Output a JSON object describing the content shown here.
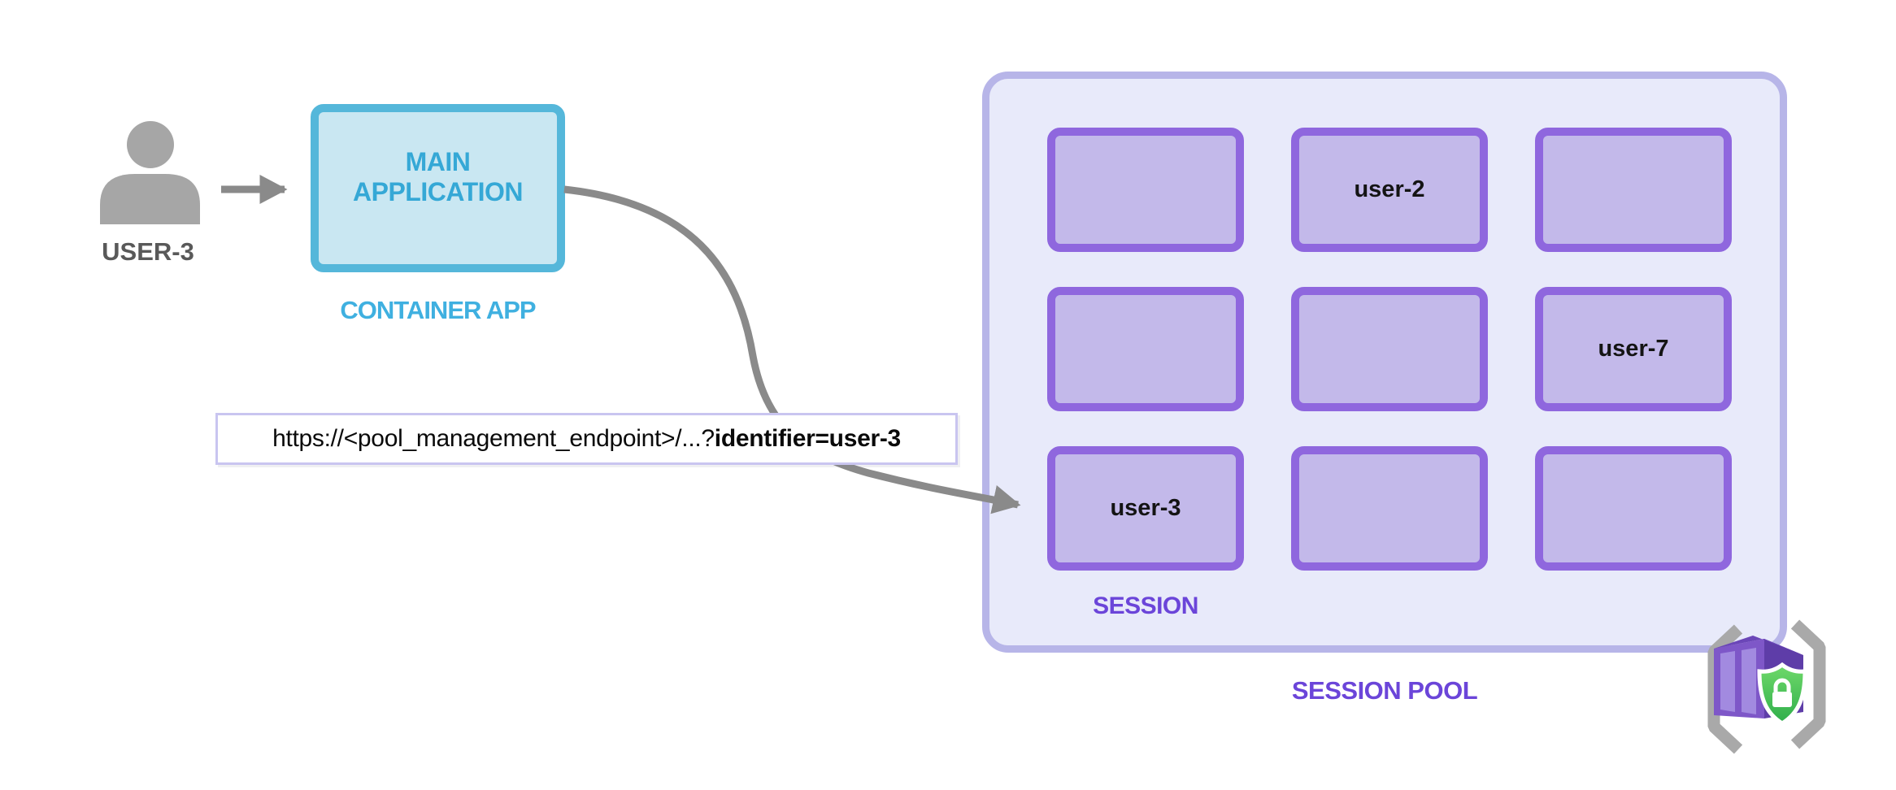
{
  "user": {
    "label": "USER-3"
  },
  "container_app": {
    "title": "MAIN APPLICATION",
    "caption": "CONTAINER APP"
  },
  "request_url": {
    "prefix": "https://<pool_management_endpoint>/...?",
    "bold": "identifier=user-3"
  },
  "session_pool": {
    "caption": "SESSION POOL",
    "session_caption": "SESSION",
    "sessions": [
      "",
      "user-2",
      "",
      "",
      "",
      "user-7",
      "user-3",
      "",
      ""
    ]
  },
  "icons": {
    "user_icon": "person-silhouette",
    "pool_icon": "container-apps-shield-lock"
  },
  "colors": {
    "app_border": "#55b7da",
    "app_fill": "#c9e7f2",
    "app_text": "#35a8d6",
    "caption_cyan": "#3fb0e0",
    "pool_fill": "#e8eafa",
    "pool_border": "#b7b5e8",
    "session_fill": "#c3b9ea",
    "session_border": "#8f67de",
    "purple_text": "#6b45d9",
    "arrow_gray": "#8a8a8a",
    "person_gray": "#a6a6a6",
    "user_label_gray": "#595959",
    "url_border": "#c9c5f0",
    "shield_green": "#3fc24f",
    "cube_purple": "#7e57c8"
  }
}
